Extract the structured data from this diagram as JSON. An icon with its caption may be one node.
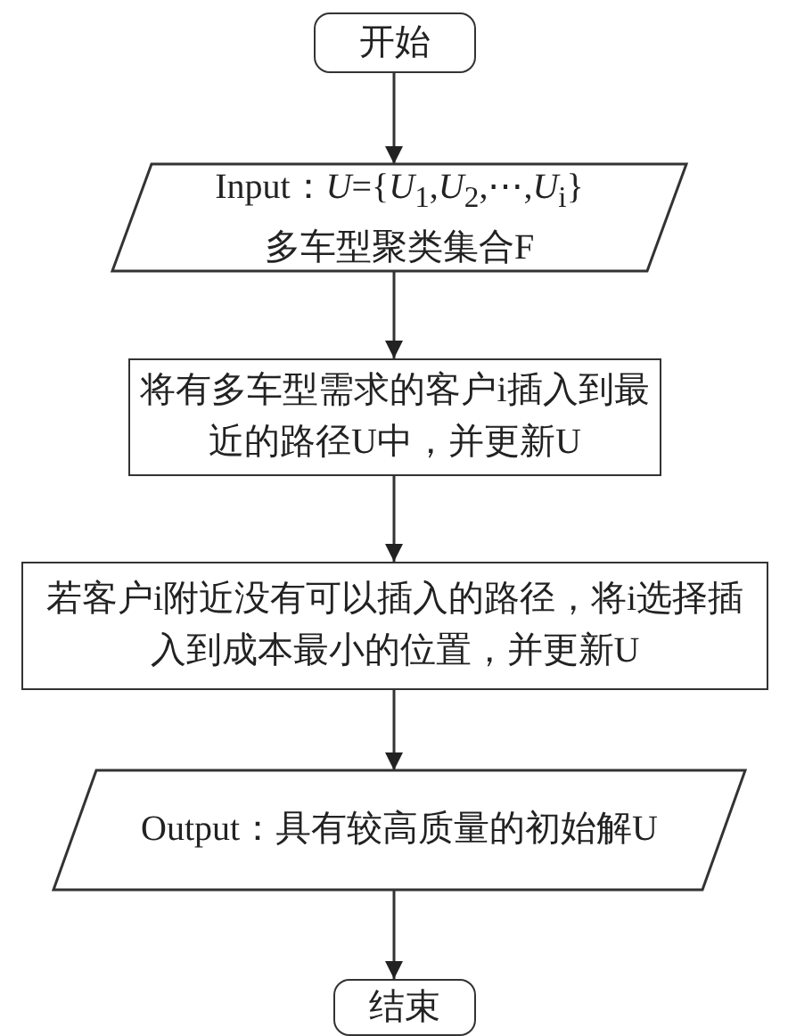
{
  "diagram": {
    "nodes": [
      {
        "text": [
          "开始"
        ]
      },
      {
        "text": [
          "Input：*U*={*U*$_{1}$,*U*$_{2}$,⋯,*U*$_{i}$}",
          "多车型聚类集合F"
        ]
      },
      {
        "text": [
          "将有多车型需求的客户i插入到最近的路径U中，并更新U"
        ]
      },
      {
        "text": [
          "若客户i附近没有可以插入的路径，将i选择插入到成本最小的位置，并更新U"
        ]
      },
      {
        "text": [
          "Output：具有较高质量的初始解U"
        ]
      },
      {
        "text": [
          "结束"
        ]
      }
    ],
    "edges": [
      {
        "from": 0,
        "to": 1,
        "arrow": "to"
      },
      {
        "from": 1,
        "to": 2,
        "arrow": "to"
      },
      {
        "from": 2,
        "to": 3,
        "arrow": "to"
      },
      {
        "from": 3,
        "to": 4,
        "arrow": "to"
      },
      {
        "from": 4,
        "to": 5,
        "arrow": "to"
      }
    ]
  }
}
